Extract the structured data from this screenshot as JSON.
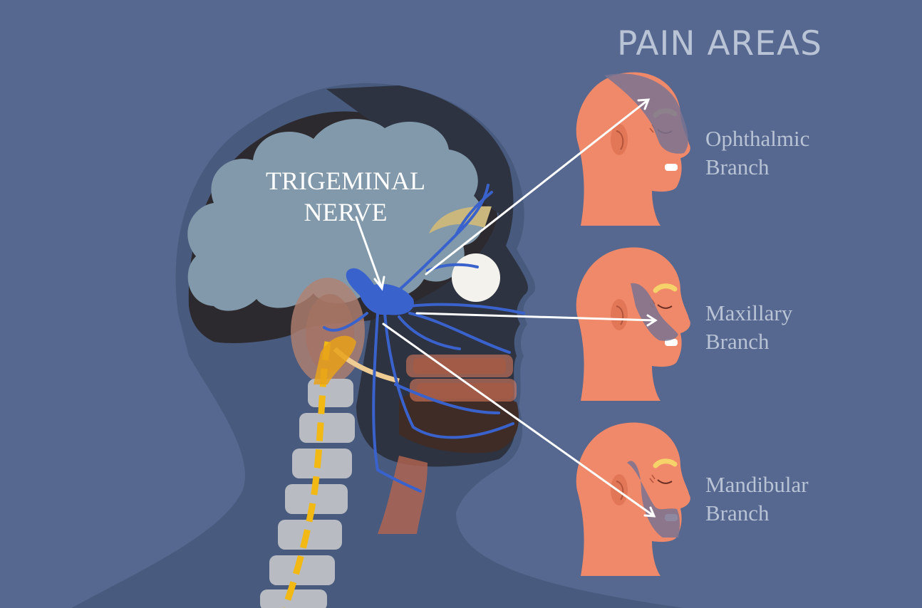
{
  "title": "PAIN AREAS",
  "nerve_label": [
    "TRIGEMINAL",
    "NERVE"
  ],
  "branches": [
    {
      "line1": "Ophthalmic",
      "line2": "Branch"
    },
    {
      "line1": "Maxillary",
      "line2": "Branch"
    },
    {
      "line1": "Mandibular",
      "line2": "Branch"
    }
  ],
  "colors": {
    "background": "#56688f",
    "head_silhouette": "#485a7d",
    "brain": "#8199aa",
    "nerve": "#3a62cc",
    "skin": "#f0896a",
    "pain_shade": "#7a7390",
    "spinal_cord": "#f2b813",
    "label_text": "#b9c3d6"
  }
}
